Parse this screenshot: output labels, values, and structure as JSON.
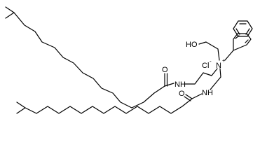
{
  "molecule": {
    "labels": {
      "hydroxyl": "HO",
      "nitrogen": "N",
      "nitrogen_charge": "+",
      "chloride": "Cl",
      "chloride_charge": "-",
      "amide_nh_upper": "NH",
      "amide_nh_lower": "NH",
      "carbonyl_o_upper": "O",
      "carbonyl_o_lower": "O"
    }
  }
}
